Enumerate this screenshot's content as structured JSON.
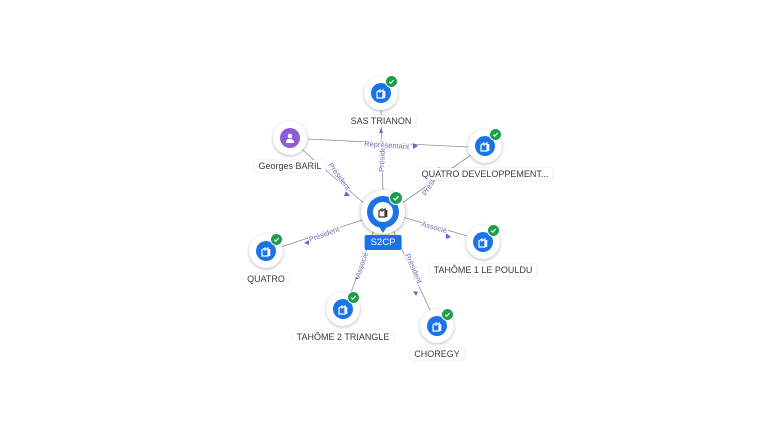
{
  "colors": {
    "company": "#1a73e8",
    "person": "#8e5cd9",
    "verified": "#1e9e4a",
    "edge": "#8a8f99",
    "edge_label": "#6a6fb8"
  },
  "center": {
    "label": "S2CP",
    "icon": "building-icon",
    "verified": true
  },
  "nodes": {
    "sas_trianon": {
      "label": "SAS TRIANON",
      "type": "company",
      "icon": "building-icon",
      "verified": true
    },
    "georges_baril": {
      "label": "Georges BARIL",
      "type": "person",
      "icon": "person-icon",
      "verified": false
    },
    "quatro_dev": {
      "label": "QUATRO DEVELOPPEMENT...",
      "type": "company",
      "icon": "building-icon",
      "verified": true
    },
    "quatro": {
      "label": "QUATRO",
      "type": "company",
      "icon": "building-icon",
      "verified": true
    },
    "tahome1": {
      "label": "TAHÔME 1 LE POULDU",
      "type": "company",
      "icon": "building-icon",
      "verified": true
    },
    "tahome2": {
      "label": "TAHÔME 2 TRIANGLE",
      "type": "company",
      "icon": "building-icon",
      "verified": true
    },
    "choregy": {
      "label": "CHOREGY",
      "type": "company",
      "icon": "building-icon",
      "verified": true
    }
  },
  "edges": {
    "sas_trianon": {
      "label": "Président"
    },
    "baril_center": {
      "label": "Président"
    },
    "baril_quatrodev": {
      "label": "Représentant"
    },
    "quatro_dev": {
      "label": "Président"
    },
    "quatro": {
      "label": "Président"
    },
    "tahome1": {
      "label": "Associé"
    },
    "tahome2": {
      "label": "Associé"
    },
    "choregy": {
      "label": "Président"
    }
  }
}
